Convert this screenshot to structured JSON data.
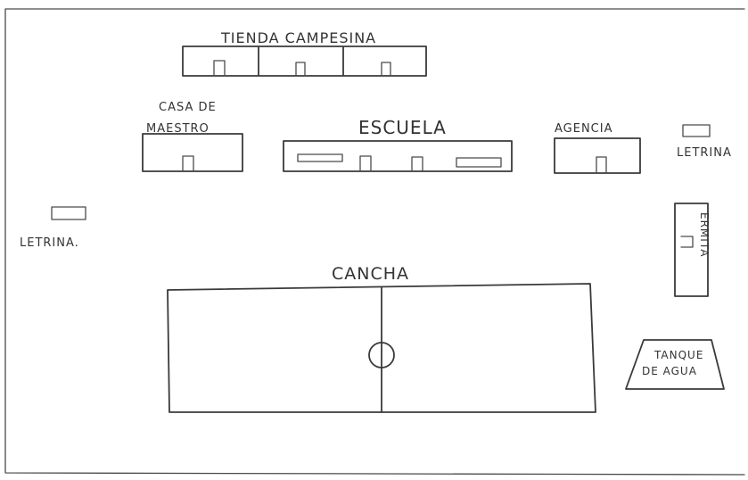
{
  "labels": {
    "tienda": "TIENDA CAMPESINA",
    "casa_line1": "CASA DE",
    "casa_line2": "MAESTRO",
    "escuela": "ESCUELA",
    "agencia": "AGENCIA",
    "letrina_right": "LETRINA",
    "letrina_left": "LETRINA.",
    "ermita": "ERMITA",
    "cancha": "CANCHA",
    "tanque_line1": "TANQUE",
    "tanque_line2": "DE AGUA"
  }
}
